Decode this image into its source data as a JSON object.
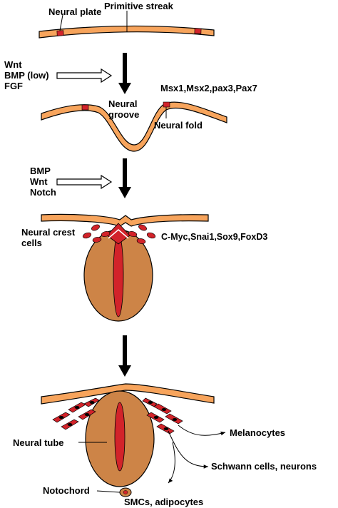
{
  "stage1": {
    "neural_plate": "Neural plate",
    "primitive_streak": "Primitive streak"
  },
  "signals1": [
    "Wnt",
    "BMP (low)",
    "FGF"
  ],
  "stage2": {
    "markers": "Msx1,Msx2,pax3,Pax7",
    "neural_groove_line1": "Neural",
    "neural_groove_line2": "groove",
    "neural_fold": "Neural fold"
  },
  "signals2": [
    "BMP",
    "Wnt",
    "Notch"
  ],
  "stage3": {
    "neural_crest_line1": "Neural crest",
    "neural_crest_line2": "cells",
    "markers": "C-Myc,Snai1,Sox9,FoxD3"
  },
  "stage4": {
    "neural_tube": "Neural tube",
    "notochord": "Notochord",
    "melanocytes": "Melanocytes",
    "schwann": "Schwann cells, neurons",
    "smcs": "SMCs, adipocytes"
  },
  "colors": {
    "ectoderm": "#f7a45c",
    "tube": "#cd8447",
    "red": "#d2232a",
    "outline": "#000000"
  }
}
